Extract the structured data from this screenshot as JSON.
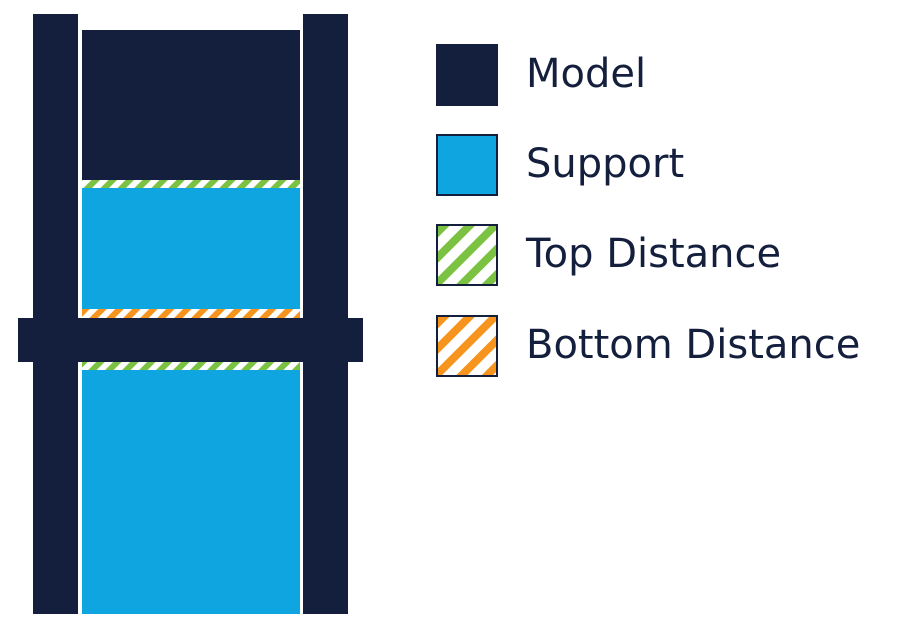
{
  "colors": {
    "model": "#141f3d",
    "support": "#0ea5e0",
    "top_distance": "#7cc242",
    "bottom_distance": "#f7941d"
  },
  "legend": {
    "items": [
      {
        "label": "Model",
        "swatch": "solid",
        "color": "#141f3d"
      },
      {
        "label": "Support",
        "swatch": "solid",
        "color": "#0ea5e0"
      },
      {
        "label": "Top Distance",
        "swatch": "hatched",
        "color": "#7cc242"
      },
      {
        "label": "Bottom Distance",
        "swatch": "hatched",
        "color": "#f7941d"
      }
    ]
  }
}
